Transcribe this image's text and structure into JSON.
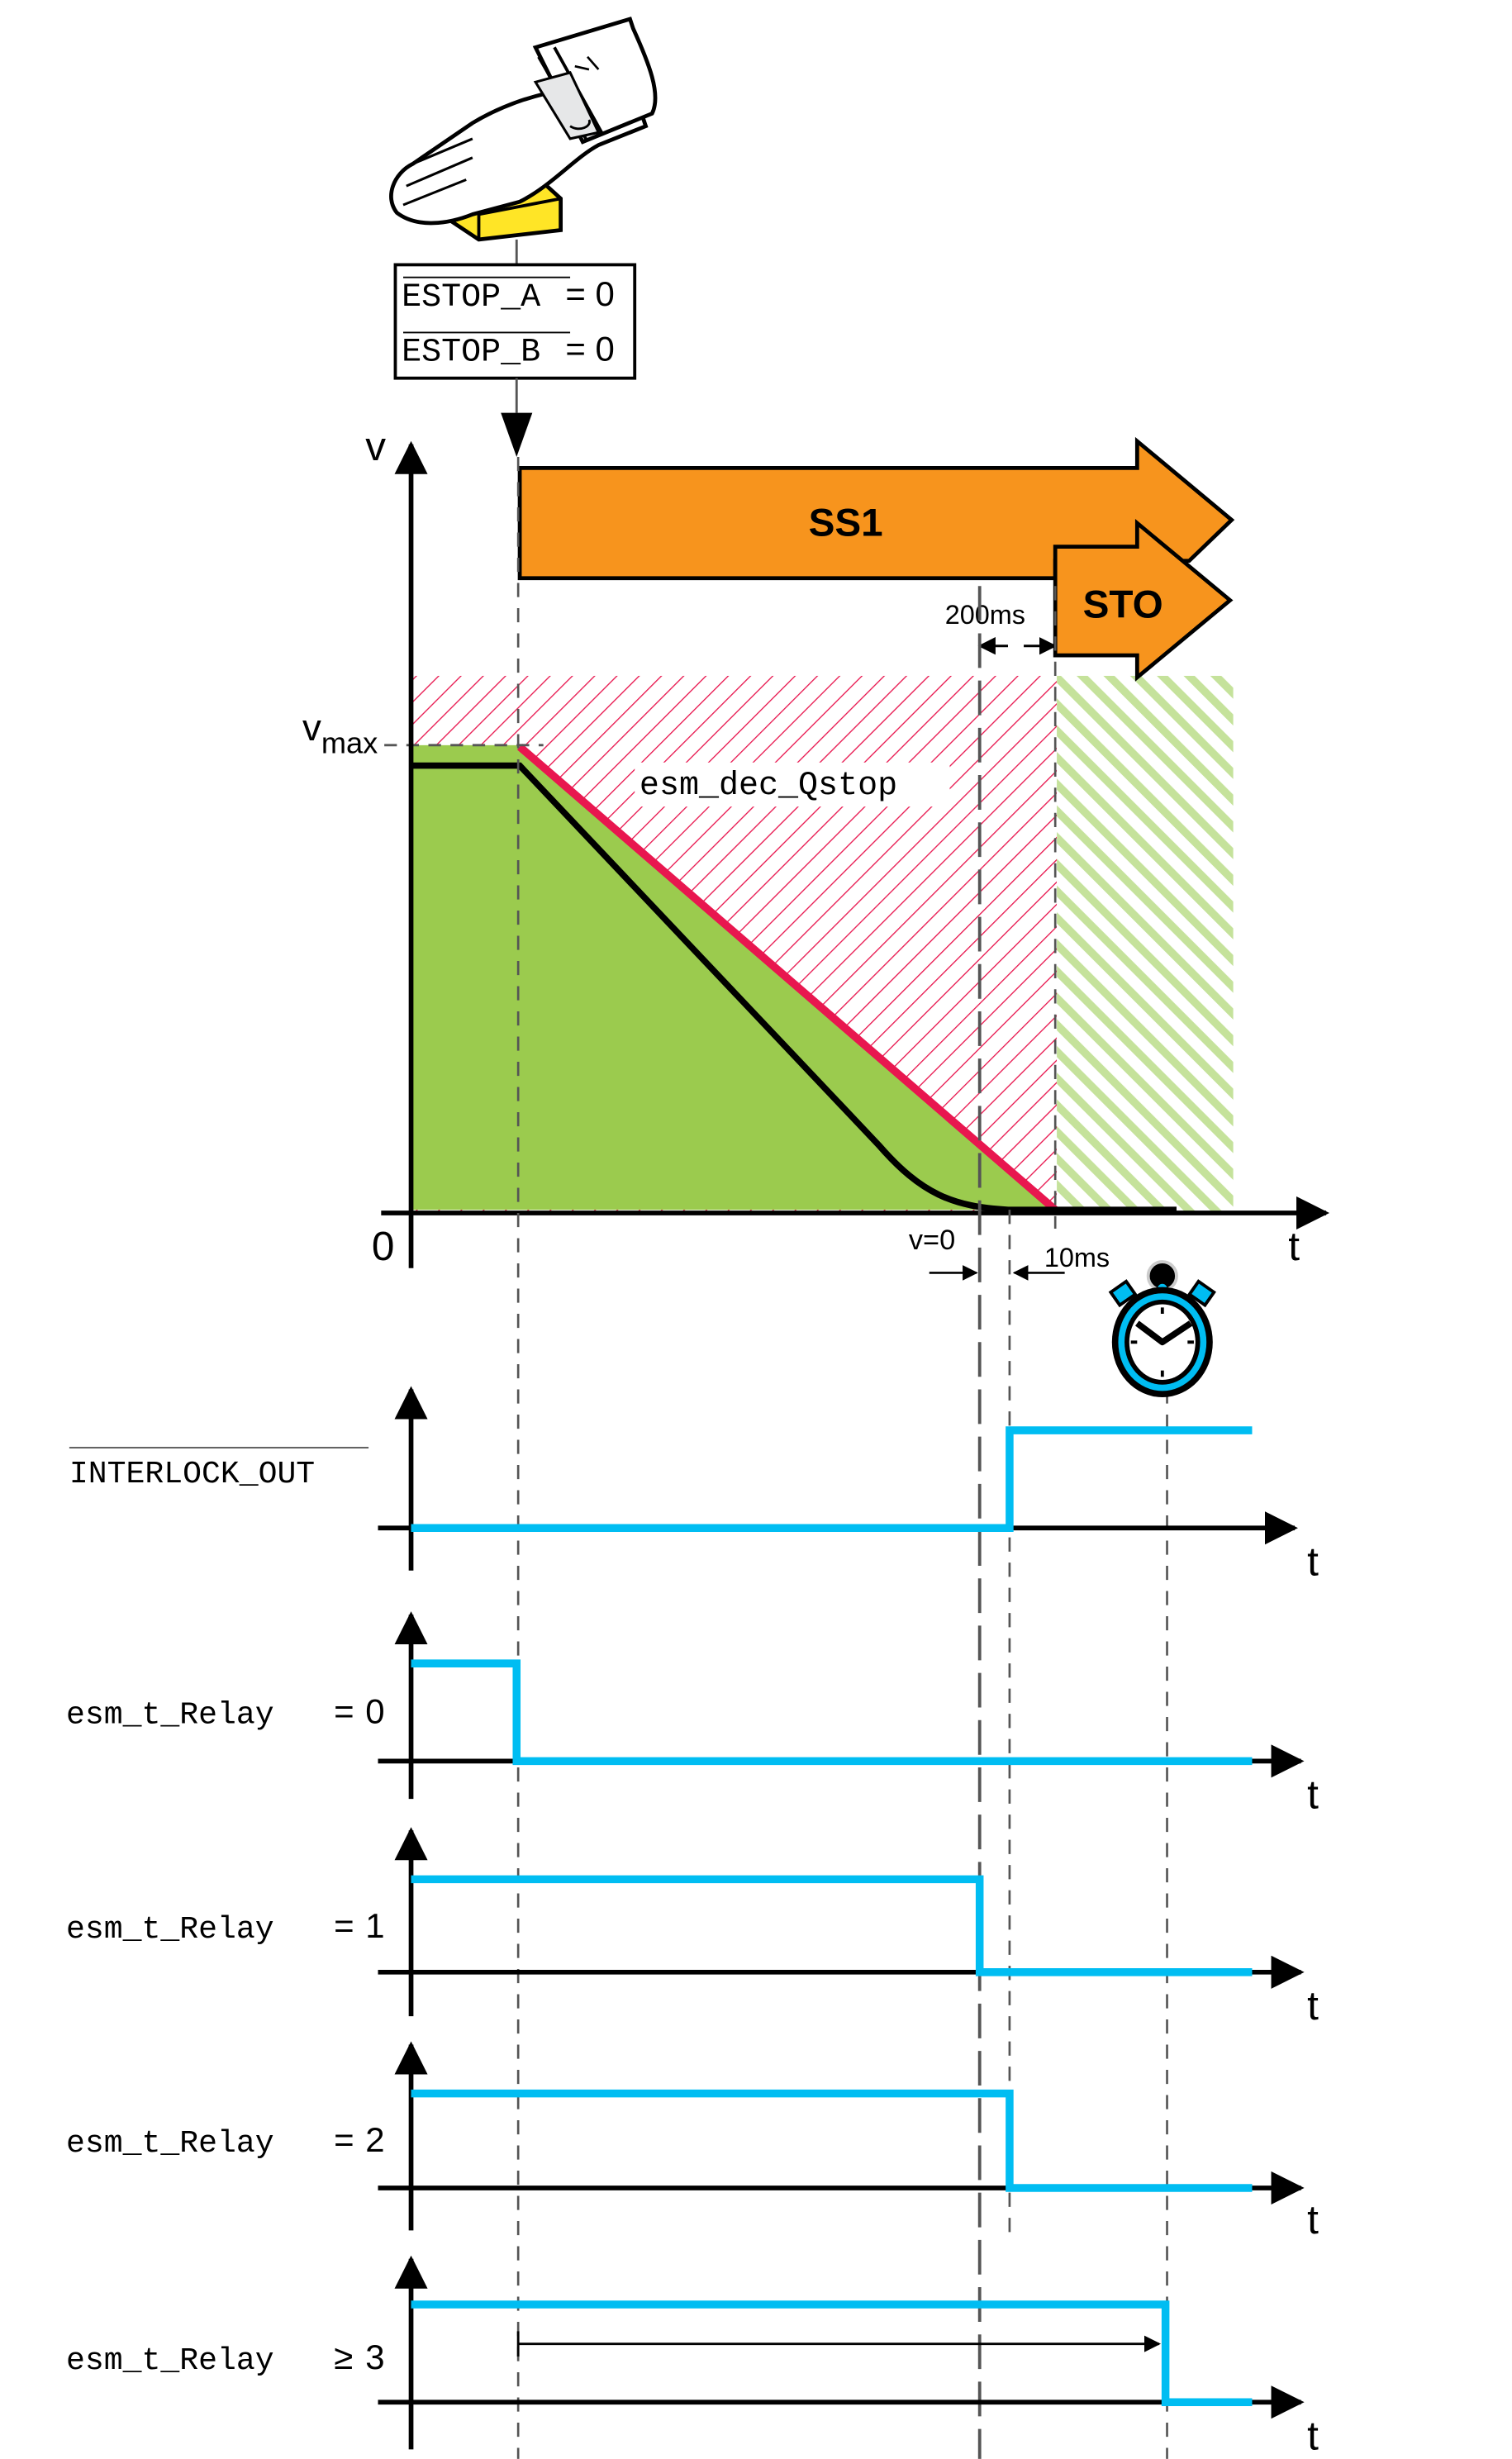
{
  "estop": {
    "line_a_name": "ESTOP_A",
    "line_a_value": "= 0",
    "line_b_name": "ESTOP_B",
    "line_b_value": "= 0"
  },
  "velocity_chart": {
    "y_axis_label": "v",
    "x_axis_label": "t",
    "origin_label": "0",
    "vmax_label": "v",
    "vmax_sub": "max",
    "ramp_label": "esm_dec_Qstop",
    "v0_label": "v=0",
    "delay_10ms_label": "10ms",
    "delay_200ms_label": "200ms"
  },
  "arrows": {
    "ss1_label": "SS1",
    "sto_label": "STO"
  },
  "colors": {
    "orange": "#F7941D",
    "green": "#9BCB4E",
    "green_hatch": "#C5E29B",
    "red": "#E8174F",
    "signal_blue": "#00BDF2"
  },
  "signals": [
    {
      "name": "INTERLOCK_OUT",
      "overline": true,
      "op": "",
      "value": ""
    },
    {
      "name": "esm_t_Relay",
      "overline": false,
      "op": "=",
      "value": "0"
    },
    {
      "name": "esm_t_Relay",
      "overline": false,
      "op": "=",
      "value": "1"
    },
    {
      "name": "esm_t_Relay",
      "overline": false,
      "op": "=",
      "value": "2"
    },
    {
      "name": "esm_t_Relay",
      "overline": false,
      "op": "≥",
      "value": "3"
    }
  ],
  "signal_axis_label": "t",
  "icons": {
    "hand": "hand-pressing-estop-icon",
    "timer": "stopwatch-icon"
  }
}
